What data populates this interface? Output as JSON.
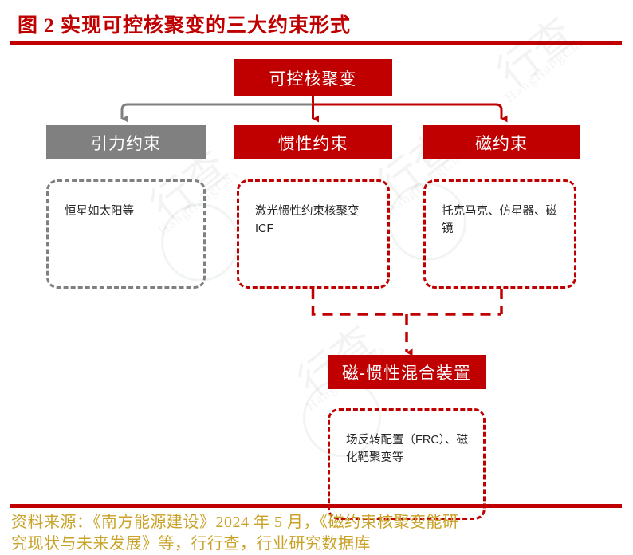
{
  "figure": {
    "title": "图 2 实现可控核聚变的三大约束形式",
    "accent_red": "#C00000",
    "accent_gray": "#808080",
    "footer_color": "#C9A227"
  },
  "diagram": {
    "root": {
      "label": "可控核聚变"
    },
    "branches": [
      {
        "id": "gravity",
        "header": "引力约束",
        "header_color": "#808080",
        "body": "恒星如太阳等",
        "border_color": "#808080"
      },
      {
        "id": "inertial",
        "header": "惯性约束",
        "header_color": "#C00000",
        "body": "激光惯性约束核聚变 ICF",
        "border_color": "#C00000"
      },
      {
        "id": "magnetic",
        "header": "磁约束",
        "header_color": "#C00000",
        "body": "托克马克、仿星器、磁镜",
        "border_color": "#C00000"
      }
    ],
    "merged": {
      "id": "hybrid",
      "header": "磁-惯性混合装置",
      "header_color": "#C00000",
      "body": "场反转配置（FRC）、磁化靶聚变等",
      "border_color": "#C00000"
    }
  },
  "watermark": {
    "main": "行查",
    "sub": "HangHangCha"
  },
  "footer": {
    "line1": "资料来源：《南方能源建设》2024 年 5 月，《磁约束核聚变能研",
    "line2": "究现状与未来发展》等，行行查，行业研究数据库"
  }
}
